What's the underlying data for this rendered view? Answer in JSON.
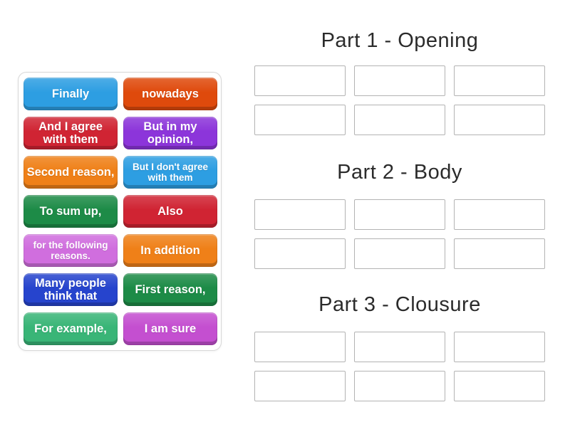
{
  "page": {
    "background": "#ffffff",
    "header_text_color": "#2b2b2b",
    "slot_border_color": "#b3b3b3"
  },
  "tile_bank": {
    "tiles": [
      {
        "label": "Finally",
        "color": "#2d9ee2"
      },
      {
        "label": "nowadays",
        "color": "#df4a0c"
      },
      {
        "label": "And I agree with them",
        "color": "#d02433"
      },
      {
        "label": "But in my opinion,",
        "color": "#8c35da"
      },
      {
        "label": "Second reason,",
        "color": "#ef8018"
      },
      {
        "label": "But I don't agree with them",
        "color": "#2d9ee2"
      },
      {
        "label": "To sum up,",
        "color": "#1d8b47"
      },
      {
        "label": "Also",
        "color": "#d02433"
      },
      {
        "label": "for the following reasons.",
        "color": "#d06ede"
      },
      {
        "label": "In addition",
        "color": "#ef8018"
      },
      {
        "label": "Many people think that",
        "color": "#2644cd"
      },
      {
        "label": "First reason,",
        "color": "#1d8b47"
      },
      {
        "label": "For example,",
        "color": "#39b577"
      },
      {
        "label": "I am sure",
        "color": "#c44fd0"
      }
    ]
  },
  "groups": [
    {
      "title": "Part 1 - Opening"
    },
    {
      "title": "Part 2 - Body"
    },
    {
      "title": "Part 3 - Clousure"
    }
  ]
}
